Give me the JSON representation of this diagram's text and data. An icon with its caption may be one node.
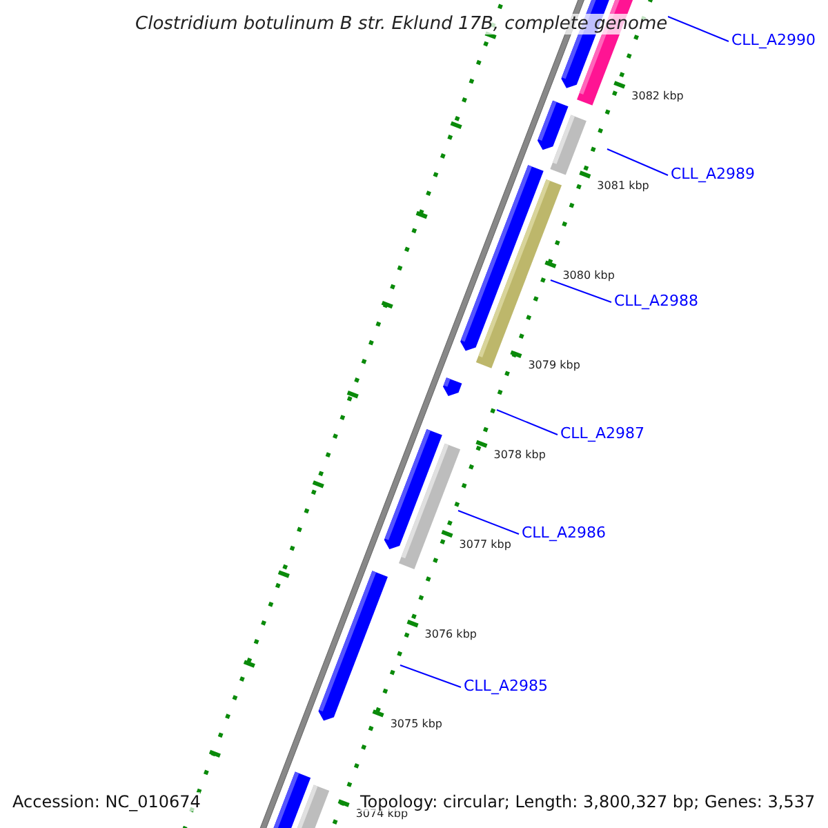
{
  "diagram": {
    "title": "Clostridium botulinum B str. Eklund 17B, complete genome",
    "nodes": [
      {
        "text": [
          "CLL_A2990"
        ]
      },
      {
        "text": [
          "CLL_A2989"
        ]
      },
      {
        "text": [
          "CLL_A2988"
        ]
      },
      {
        "text": [
          "CLL_A2987"
        ]
      },
      {
        "text": [
          "CLL_A2986"
        ]
      },
      {
        "text": [
          "CLL_A2985"
        ]
      }
    ],
    "edges": [
      {
        "from": 0,
        "to": null,
        "arrow": "none"
      },
      {
        "from": 1,
        "to": null,
        "arrow": "none"
      },
      {
        "from": 2,
        "to": null,
        "arrow": "none"
      },
      {
        "from": 3,
        "to": null,
        "arrow": "none"
      },
      {
        "from": 4,
        "to": null,
        "arrow": "none"
      },
      {
        "from": 5,
        "to": null,
        "arrow": "none"
      }
    ],
    "labels": [
      "3082 kbp",
      "3081 kbp",
      "3080 kbp",
      "3079 kbp",
      "3078 kbp",
      "3077 kbp",
      "3076 kbp",
      "3075 kbp",
      "Accession: NC_010674",
      "Topology: circular; Length: 3,800,327 bp; Genes: 3,537",
      "3074 kbp"
    ]
  }
}
